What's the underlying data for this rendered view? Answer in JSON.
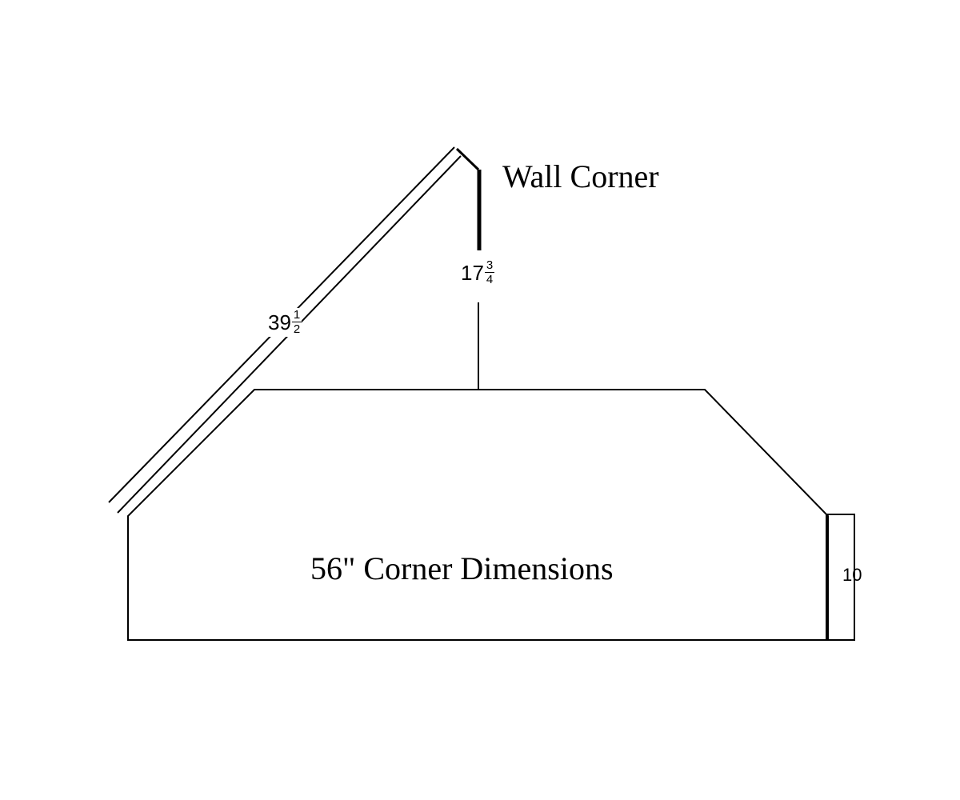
{
  "diagram": {
    "title": "Wall Corner",
    "caption": "56\" Corner Dimensions",
    "dimensions": {
      "wall_diagonal": {
        "whole": "39",
        "numerator": "1",
        "denominator": "2"
      },
      "corner_depth": {
        "whole": "17",
        "numerator": "3",
        "denominator": "4"
      },
      "right_return": {
        "value": "10"
      }
    }
  }
}
